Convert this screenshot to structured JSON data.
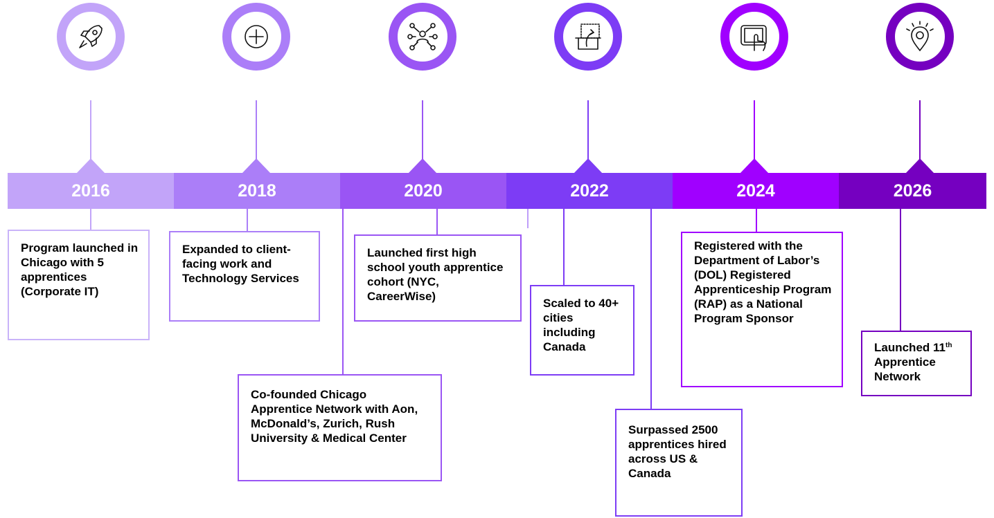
{
  "timeline": {
    "years": [
      {
        "label": "2016",
        "icon": "rocket-icon",
        "color": "#c2a4f9"
      },
      {
        "label": "2018",
        "icon": "plus-circle-icon",
        "color": "#ab7ef8"
      },
      {
        "label": "2020",
        "icon": "network-person-icon",
        "color": "#9a55f4"
      },
      {
        "label": "2022",
        "icon": "refresh-arrow-box-icon",
        "color": "#7d3cf5"
      },
      {
        "label": "2024",
        "icon": "tablet-touch-icon",
        "color": "#a000ff"
      },
      {
        "label": "2026",
        "icon": "location-lightbulb-icon",
        "color": "#7500c0"
      }
    ],
    "milestones": [
      {
        "text": "Program launched in Chicago with 5 apprentices (Corporate IT)"
      },
      {
        "text": "Expanded to client-facing work and Technology Services"
      },
      {
        "text": "Co-founded Chicago Apprentice Network with Aon, McDonald’s, Zurich, Rush University & Medical Center"
      },
      {
        "text": "Launched first high school youth apprentice cohort (NYC, CareerWise)"
      },
      {
        "text": "Scaled to 40+ cities including Canada"
      },
      {
        "text": "Surpassed 2500 apprentices hired across US & Canada"
      },
      {
        "text": "Registered with the Department of Labor’s (DOL) Registered Apprenticeship Program (RAP) as a National Program Sponsor"
      },
      {
        "text_before": "Launched 11",
        "text_sup": "th",
        "text_after": " Apprentice Network"
      }
    ]
  }
}
